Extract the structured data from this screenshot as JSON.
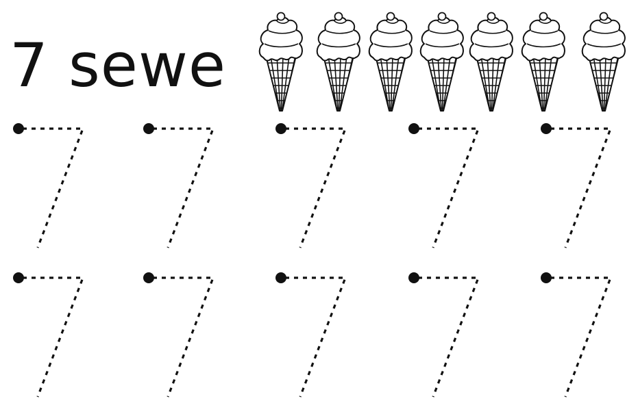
{
  "worksheet": {
    "title": "7 sewe",
    "number": 7,
    "word": "sewe",
    "illustration": {
      "icon": "ice-cream-cone-icon",
      "count": 7
    },
    "tracing": {
      "digit": "7",
      "rows": 2,
      "per_row": 5,
      "style": "dotted-with-start-dot"
    }
  }
}
